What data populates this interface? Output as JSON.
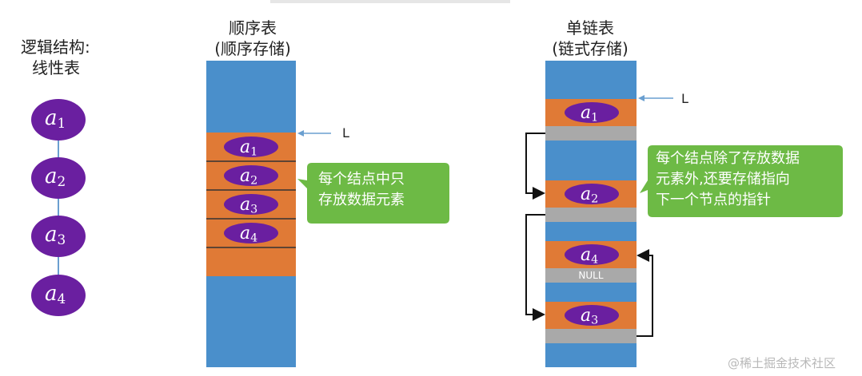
{
  "logical": {
    "title_line1": "逻辑结构:",
    "title_line2": "线性表",
    "nodes": [
      "a1",
      "a2",
      "a3",
      "a4"
    ]
  },
  "sequential": {
    "title_line1": "顺序表",
    "title_line2": "(顺序存储)",
    "pointer_label": "L",
    "elements": [
      "a1",
      "a2",
      "a3",
      "a4"
    ],
    "callout_line1": "每个结点中只",
    "callout_line2": "存放数据元素"
  },
  "linked": {
    "title_line1": "单链表",
    "title_line2": "(链式存储)",
    "pointer_label": "L",
    "nodes": [
      "a1",
      "a2",
      "a4",
      "a3"
    ],
    "null_label": "NULL",
    "callout_line1": "每个结点除了存放数据",
    "callout_line2": "元素外,还要存储指向",
    "callout_line3": "下一个节点的指针"
  },
  "watermark": "@稀土掘金技术社区",
  "colors": {
    "memory_blue": "#4a8fcb",
    "cell_orange": "#e07a36",
    "node_purple": "#6a1fa0",
    "pointer_gray": "#a9a9a9",
    "callout_green": "#6dba45",
    "arrow_blue": "#6a9fd0"
  }
}
